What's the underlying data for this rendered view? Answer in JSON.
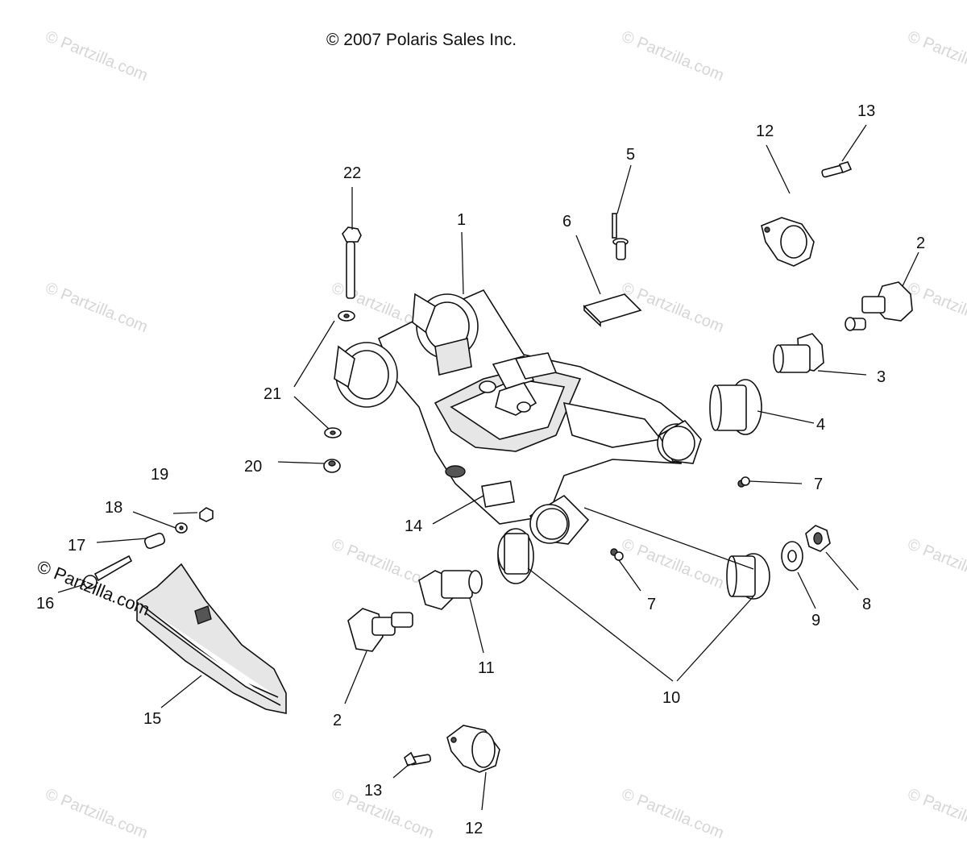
{
  "header": {
    "copyright": "© 2007 Polaris Sales Inc."
  },
  "watermark": {
    "text": "© Partzilla.com",
    "site_mark": "© Partzilla.com"
  },
  "callouts": {
    "c1": "1",
    "c2a": "2",
    "c2b": "2",
    "c3": "3",
    "c4": "4",
    "c5": "5",
    "c6": "6",
    "c7a": "7",
    "c7b": "7",
    "c8": "8",
    "c9": "9",
    "c10": "10",
    "c11": "11",
    "c12a": "12",
    "c12b": "12",
    "c13a": "13",
    "c13b": "13",
    "c14": "14",
    "c15": "15",
    "c16": "16",
    "c17": "17",
    "c18": "18",
    "c19": "19",
    "c20": "20",
    "c21": "21",
    "c22": "22"
  }
}
